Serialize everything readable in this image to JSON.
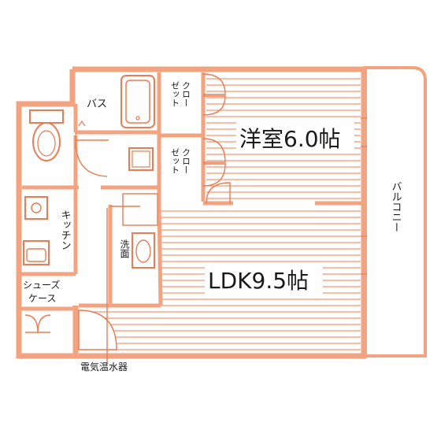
{
  "colors": {
    "wall": "#f3a37f",
    "wall_stroke": "#e8825a",
    "floor_line": "#f08a5e",
    "fixture": "#e87d55",
    "text": "#1a1a1a"
  },
  "rooms": {
    "bath": "バス",
    "closet_1": [
      "クロー",
      "ゼット"
    ],
    "closet_2": [
      "クロー",
      "ゼット"
    ],
    "western_room": "洋室6.0帖",
    "balcony": "バルコニー",
    "kitchen": "キッチン",
    "washroom": "洗面",
    "ldk": "LDK9.5帖",
    "shoe_case": [
      "シューズ",
      "ケース"
    ],
    "water_heater": "電気温水器"
  }
}
